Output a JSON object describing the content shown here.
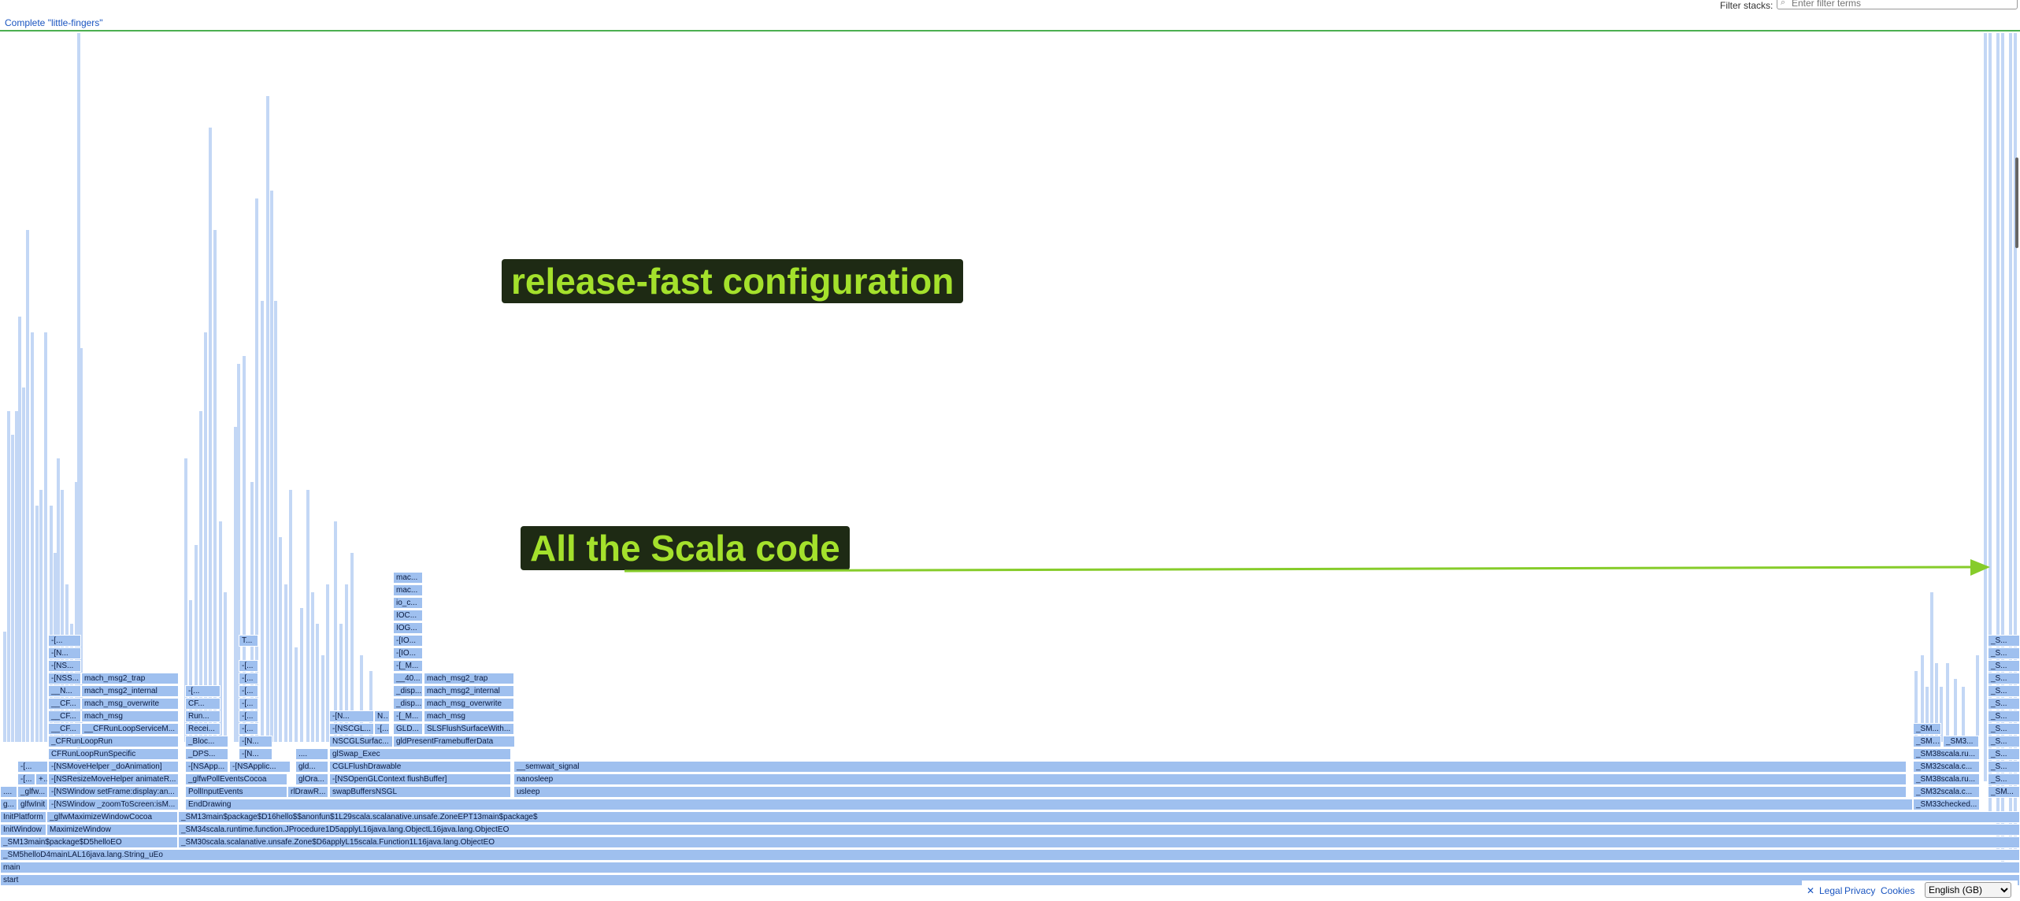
{
  "header": {
    "title": "Complete \"little-fingers\"",
    "filter_label": "Filter stacks:",
    "filter_placeholder": "Enter filter terms",
    "filter_value": "",
    "search_icon": "search-icon"
  },
  "annotations": {
    "config": "release-fast configuration",
    "scala": "All the Scala code"
  },
  "colors": {
    "frame": "#9fc0ef",
    "annotation_bg": "#1e2a14",
    "annotation_text": "#a4e12c",
    "arrow": "#86cc2a",
    "accent": "#4caf50",
    "link": "#1a55c0"
  },
  "footer": {
    "close_icon": "close-icon",
    "close": "✕",
    "legal": "Legal",
    "privacy": "Privacy",
    "cookies": "Cookies",
    "language": "English (GB)"
  },
  "frames": [
    [
      "start"
    ],
    [
      "main"
    ],
    [
      "_SM5helloD4mainLAL16java.lang.String_uEo"
    ],
    [
      "_SM13main$package$D5helloEO",
      "_SM30scala.scalanative.unsafe.Zone$D6applyL15scala.Function1L16java.lang.ObjectEO"
    ],
    [
      "InitWindow",
      "MaximizeWindow",
      "_SM34scala.runtime.function.JProcedure1D5applyL16java.lang.ObjectL16java.lang.ObjectEO"
    ],
    [
      "InitPlatform",
      "_glfwMaximizeWindowCocoa",
      "_SM13main$package$D16hello$$anonfun$1L29scala.scalanative.unsafe.ZoneEPT13main$package$"
    ],
    [
      "g...",
      "glfwInit",
      "-[NSWindow _zoomToScreen:isM...",
      "EndDrawing",
      "_SM33checked..."
    ],
    [
      "....",
      "_glfw...",
      "-[NSWindow setFrame:display:an...",
      "PollInputEvents",
      "rlDrawR...",
      "swapBuffersNSGL",
      "usleep",
      "_SM32scala.c...",
      "_SM..."
    ],
    [
      "-[...",
      "+[...",
      "-[NSResizeMoveHelper animateR...",
      "_glfwPollEventsCocoa",
      "glOra...",
      "-[NSOpenGLContext flushBuffer]",
      "nanosleep",
      "_SM38scala.ru...",
      "_S..."
    ],
    [
      "-[...",
      "-[NSMoveHelper _doAnimation]",
      "-[NSApp...",
      "-[NSApplic...",
      "gld...",
      "CGLFlushDrawable",
      "__semwait_signal",
      "_SM32scala.c...",
      "_S..."
    ],
    [
      "CFRunLoopRunSpecific",
      "_DPS...",
      "-[N...",
      "....",
      "glSwap_Exec",
      "_SM38scala.ru...",
      "_S..."
    ],
    [
      "_CFRunLoopRun",
      "_Bloc...",
      "-[N...",
      "NSCGLSurfac...",
      "gldPresentFramebufferData",
      "_SM3...",
      "_SM3...",
      "_S..."
    ],
    [
      "__CF...",
      "__CFRunLoopServiceM...",
      "Recei...",
      "-[...",
      "-[NSCGL...",
      "-[...",
      "GLD...",
      "SLSFlushSurfaceWith...",
      "_SM...",
      "_S..."
    ],
    [
      "__CF...",
      "mach_msg",
      "Run...",
      "-[...",
      "-[N...",
      "N...",
      "-[_M...",
      "mach_msg",
      "_S..."
    ],
    [
      "__CF...",
      "mach_msg_overwrite",
      "CF...",
      "-[...",
      "_disp...",
      "mach_msg_overwrite",
      "_S..."
    ],
    [
      "__N...",
      "mach_msg2_internal",
      "-[...",
      "-[...",
      "_disp...",
      "mach_msg2_internal",
      "_S..."
    ],
    [
      "-[NSS...",
      "mach_msg2_trap",
      "-[...",
      "__40...",
      "mach_msg2_trap",
      "_S..."
    ],
    [
      "-[NS...",
      "-[...",
      "-[_M...",
      "_S..."
    ],
    [
      "-[N...",
      "-[IO...",
      "_S..."
    ],
    [
      "-[...",
      "T...",
      "-[IO...",
      "_S..."
    ],
    [
      "IOG..."
    ],
    [
      "IOC..."
    ],
    [
      "io_c..."
    ],
    [
      "mac..."
    ],
    [
      "mac..."
    ]
  ]
}
